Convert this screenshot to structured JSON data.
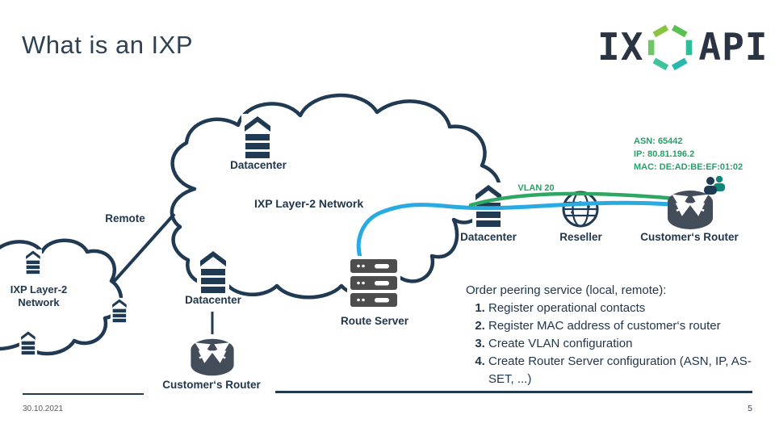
{
  "slide": {
    "title": "What is an IXP",
    "date": "30.10.2021",
    "page_number": "5"
  },
  "logo": {
    "ix": "IX",
    "api": "API"
  },
  "annotation": {
    "asn": "ASN: 65442",
    "ip": "IP: 80.81.196.2",
    "mac": "MAC: DE:AD:BE:EF:01:02"
  },
  "diagram": {
    "big_cloud_label": "IXP Layer-2 Network",
    "left_cloud_label_line1": "IXP Layer-2",
    "left_cloud_label_line2": "Network",
    "remote_label": "Remote",
    "vlan_label": "VLAN 20",
    "datacenter_top_label": "Datacenter",
    "datacenter_bottom_label": "Datacenter",
    "datacenter_right_label": "Datacenter",
    "reseller_label": "Reseller",
    "route_server_label": "Route Server",
    "customer_router_right_label": "Customer‘s Router",
    "customer_router_bottom_label": "Customer‘s Router"
  },
  "steps": {
    "intro": "Order peering service (local, remote):",
    "items": [
      "Register operational contacts",
      "Register MAC address of customer‘s router",
      "Create VLAN configuration",
      "Create Router Server configuration (ASN, IP, AS-SET, ...)"
    ]
  },
  "icons": {
    "logo_hexagon": "hexagon-logo-icon",
    "datacenter": "building-stack-icon",
    "route_server": "server-stack-icon",
    "reseller": "globe-icon",
    "customer_router": "router-cylinder-icon",
    "operator": "people-icon"
  },
  "colors": {
    "navy": "#203A53",
    "text_navy": "#21374D",
    "green": "#28A164",
    "blue_line": "#29ABE2",
    "server_gray": "#4D4D4D",
    "router_gray": "#434D59",
    "teal_accent": "#12857B",
    "footer_gray": "#5A5A5A"
  }
}
